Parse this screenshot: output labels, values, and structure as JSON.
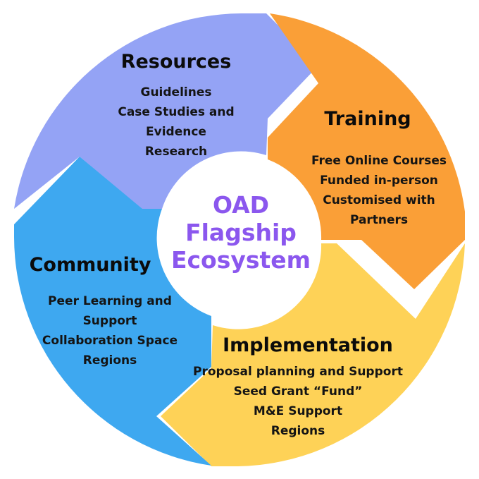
{
  "center": {
    "lines": [
      "OAD",
      "Flagship",
      "Ecosystem"
    ],
    "color": "#8b57ee"
  },
  "segments": {
    "resources": {
      "title": "Resources",
      "items": [
        "Guidelines",
        "Case Studies and",
        "Evidence",
        "Research"
      ],
      "color": "#94a3f5"
    },
    "training": {
      "title": "Training",
      "items": [
        "Free Online Courses",
        "Funded in-person",
        "Customised with",
        "Partners"
      ],
      "color": "#fa9f37"
    },
    "implementation": {
      "title": "Implementation",
      "items": [
        "Proposal planning and Support",
        "Seed Grant “Fund”",
        "M&E Support",
        "Regions"
      ],
      "color": "#fed257"
    },
    "community": {
      "title": "Community",
      "items": [
        "Peer Learning and",
        "Support",
        "Collaboration Space",
        "Regions"
      ],
      "color": "#3ea8f0"
    }
  }
}
